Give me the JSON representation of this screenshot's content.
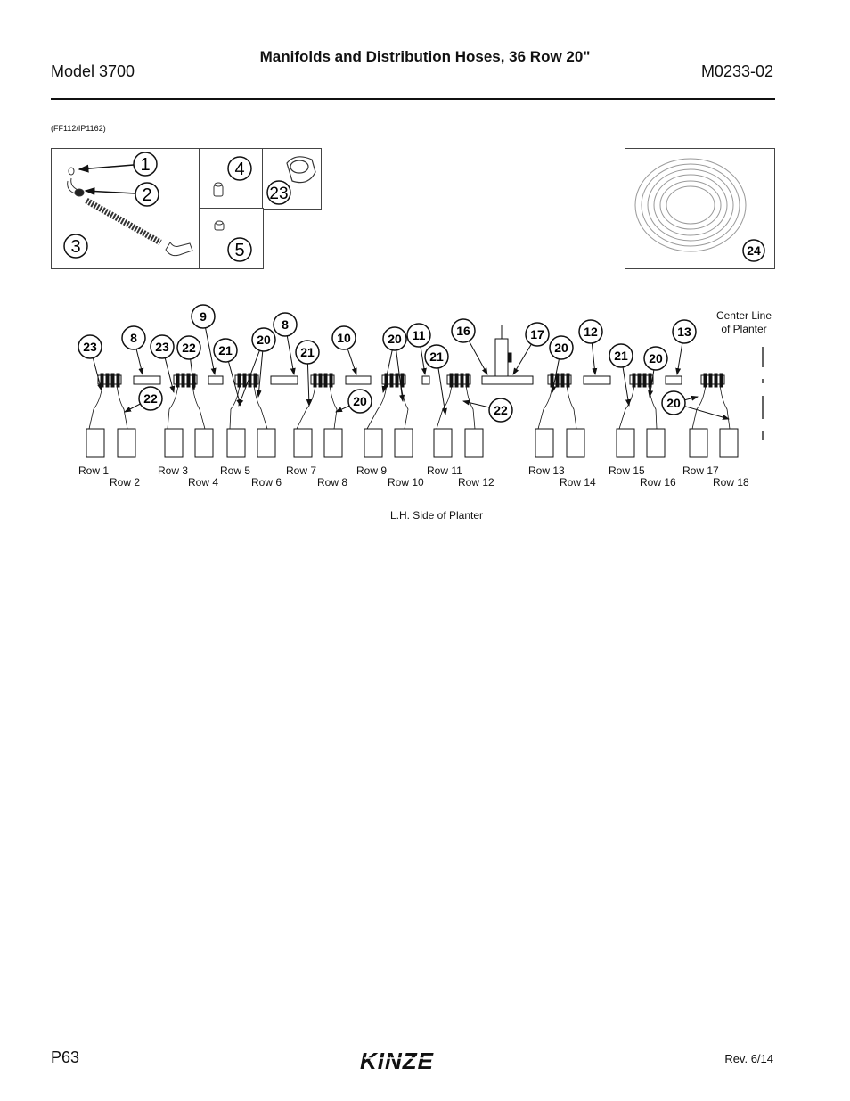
{
  "header": {
    "model": "Model 3700",
    "title": "Manifolds and Distribution Hoses, 36 Row 20\"",
    "doc_number": "M0233-02"
  },
  "figure_ref": "(FF112/IP1162)",
  "inset_callouts": [
    "1",
    "2",
    "3",
    "4",
    "23",
    "5",
    "24"
  ],
  "diagram": {
    "center_line_label": [
      "Center Line",
      "of Planter"
    ],
    "side_label": "L.H. Side of Planter",
    "callouts": [
      "23",
      "8",
      "23",
      "22",
      "9",
      "21",
      "20",
      "8",
      "21",
      "10",
      "20",
      "11",
      "21",
      "16",
      "17",
      "20",
      "12",
      "21",
      "20",
      "13",
      "22",
      "20",
      "22",
      "20",
      "20"
    ],
    "rows_upper": [
      "Row 1",
      "Row 3",
      "Row 5",
      "Row 7",
      "Row 9",
      "Row 11",
      "Row 13",
      "Row 15",
      "Row 17"
    ],
    "rows_lower": [
      "Row 2",
      "Row 4",
      "Row 6",
      "Row 8",
      "Row 10",
      "Row 12",
      "Row 14",
      "Row 16",
      "Row 18"
    ]
  },
  "footer": {
    "page": "P63",
    "brand": "KINZE",
    "revision": "Rev. 6/14"
  }
}
